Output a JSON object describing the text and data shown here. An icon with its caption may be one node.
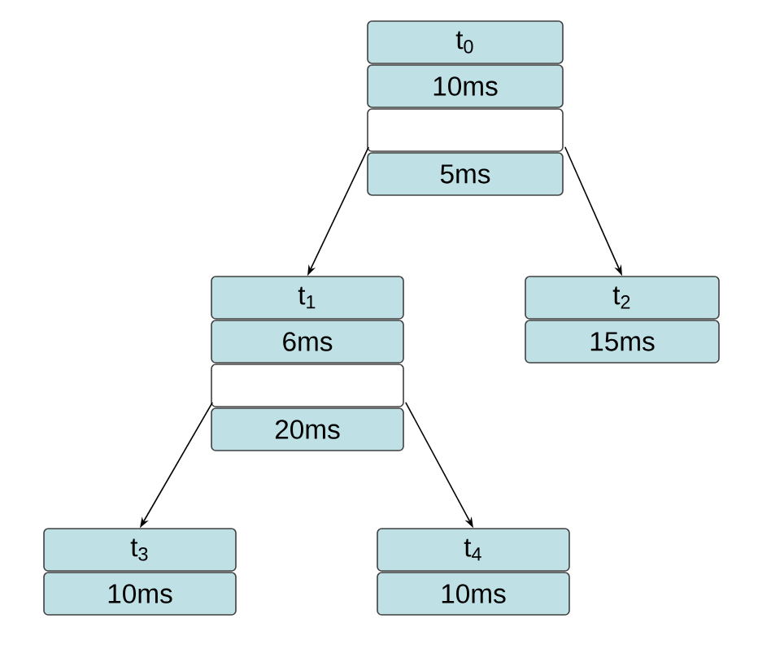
{
  "diagram": {
    "nodes": [
      {
        "text": [
          "t$_{0}$"
        ]
      },
      {
        "text": [
          "10ms"
        ]
      },
      {
        "text": [],
        "shape": "box"
      },
      {
        "text": [
          "5ms"
        ]
      },
      {
        "text": [
          "t$_{1}$"
        ]
      },
      {
        "text": [
          "6ms"
        ]
      },
      {
        "text": [],
        "shape": "box"
      },
      {
        "text": [
          "20ms"
        ]
      },
      {
        "text": [
          "t$_{2}$"
        ]
      },
      {
        "text": [
          "15ms"
        ]
      },
      {
        "text": [
          "t$_{3}$"
        ]
      },
      {
        "text": [
          "10ms"
        ]
      },
      {
        "text": [
          "t$_{4}$"
        ]
      },
      {
        "text": [
          "10ms"
        ]
      }
    ],
    "edges": [
      {
        "from": 2,
        "to": 4,
        "arrow": "to"
      },
      {
        "from": 2,
        "to": 8,
        "arrow": "to"
      },
      {
        "from": 6,
        "to": 10,
        "arrow": "to"
      },
      {
        "from": 6,
        "to": 12,
        "arrow": "to"
      }
    ]
  }
}
